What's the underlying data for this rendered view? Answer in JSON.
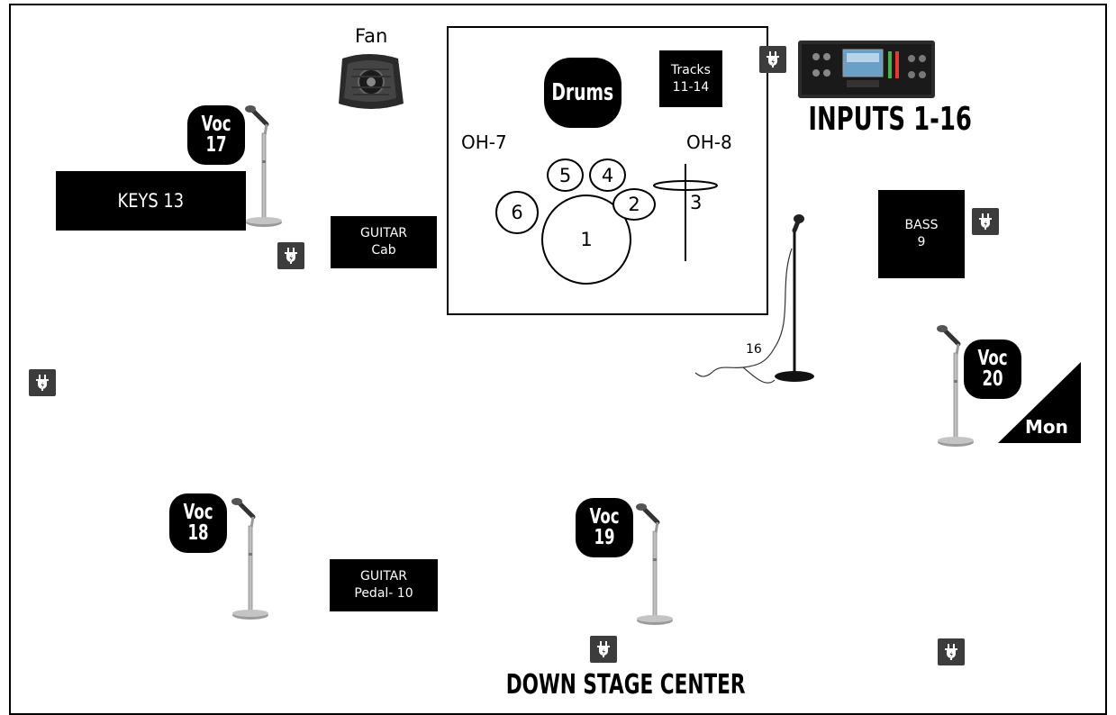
{
  "labels": {
    "fan": "Fan",
    "drums": "Drums",
    "tracks_line1": "Tracks",
    "tracks_line2": "11-14",
    "inputs": "INPUTS 1-16",
    "oh7": "OH-7",
    "oh8": "OH-8",
    "keys": "KEYS 13",
    "guitar_cab_line1": "GUITAR",
    "guitar_cab_line2": "Cab",
    "guitar_pedal_line1": "GUITAR",
    "guitar_pedal_line2": "Pedal- 10",
    "bass_line1": "BASS",
    "bass_line2": "9",
    "mon": "Mon",
    "mic16": "16",
    "down_stage_center": "DOWN STAGE CENTER"
  },
  "drum_kit": {
    "kick": "1",
    "snare": "2",
    "hihat": "3",
    "tom_4": "4",
    "tom_5": "5",
    "floor_tom": "6"
  },
  "vocals": [
    {
      "label": "Voc",
      "number": "17"
    },
    {
      "label": "Voc",
      "number": "18"
    },
    {
      "label": "Voc",
      "number": "19"
    },
    {
      "label": "Voc",
      "number": "20"
    }
  ],
  "icons": {
    "power": "power-outlet-icon",
    "mic_stand": "mic-stand-icon",
    "fan": "fan-icon",
    "mixer": "mixer-rack-icon"
  },
  "colors": {
    "block": "#000000",
    "outlet": "#3c3c3c",
    "background": "#ffffff"
  }
}
